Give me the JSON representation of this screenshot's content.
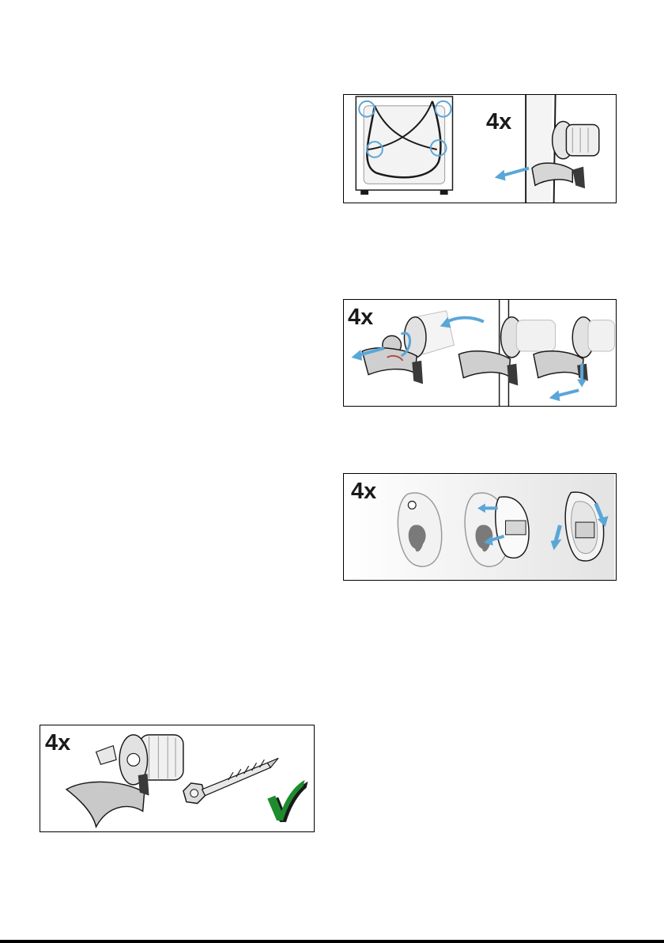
{
  "figures": [
    {
      "id": "fig-1",
      "label": "4x"
    },
    {
      "id": "fig-2",
      "label": "4x"
    },
    {
      "id": "fig-3",
      "label": "4x"
    },
    {
      "id": "fig-4",
      "label": "4x"
    }
  ],
  "colors": {
    "arrow": "#5aa6d8",
    "outline": "#1a1a1a",
    "gray_fill": "#c9c9c9",
    "light_fill": "#ececec",
    "check_green": "#1e8c2e",
    "seal_red": "#b54a3a"
  }
}
